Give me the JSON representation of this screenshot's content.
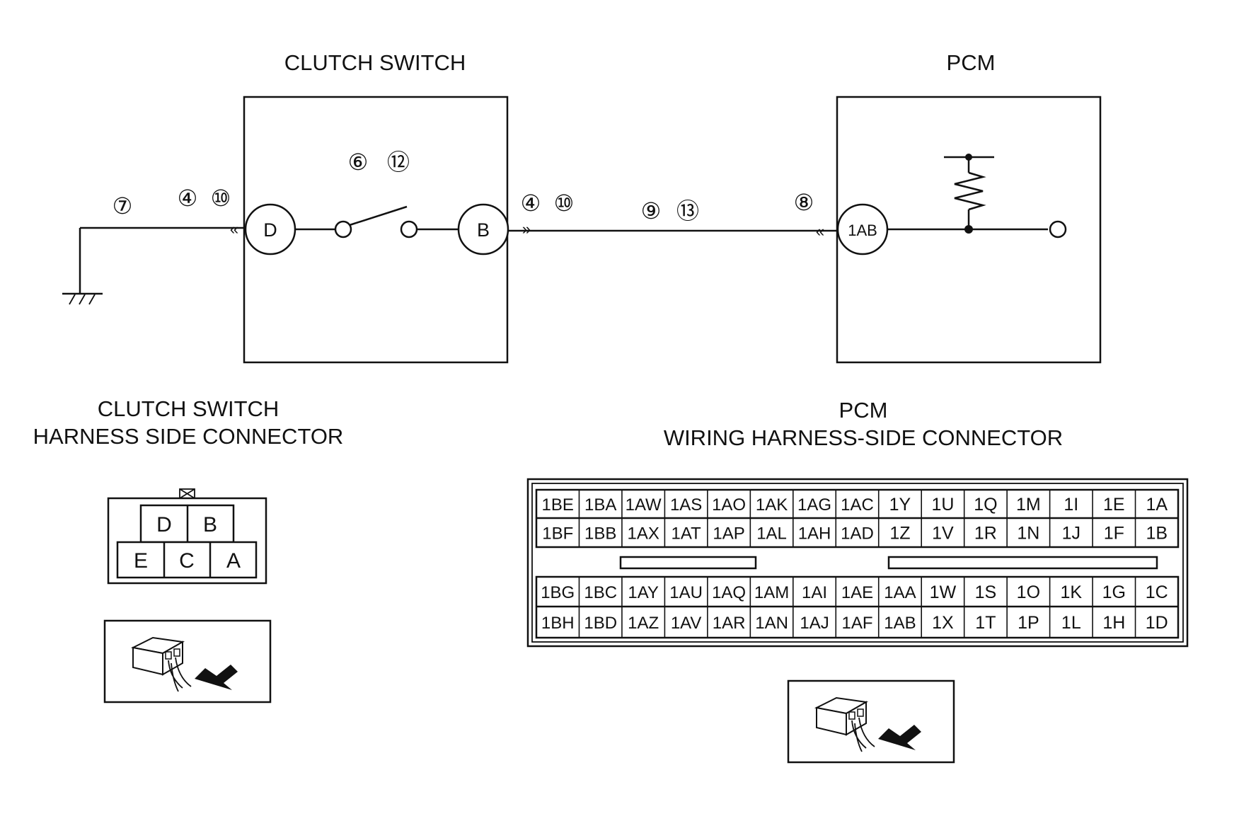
{
  "titles": {
    "clutch_switch": "CLUTCH SWITCH",
    "pcm": "PCM",
    "cs_connector_line1": "CLUTCH SWITCH",
    "cs_connector_line2": "HARNESS SIDE CONNECTOR",
    "pcm_connector_line1": "PCM",
    "pcm_connector_line2": "WIRING HARNESS-SIDE CONNECTOR"
  },
  "terminals": {
    "clutch_d": "D",
    "clutch_b": "B",
    "pcm_1ab": "1AB"
  },
  "step_markers": {
    "ground_wire": [
      "⑦"
    ],
    "terminal_d": [
      "④",
      "⑩"
    ],
    "switch": [
      "⑥",
      "⑫"
    ],
    "terminal_b": [
      "④",
      "⑩"
    ],
    "wire": [
      "⑨",
      "⑬"
    ],
    "pcm_terminal": [
      "⑧"
    ]
  },
  "clutch_connector": {
    "top_row": [
      "D",
      "B"
    ],
    "bottom_row": [
      "E",
      "C",
      "A"
    ]
  },
  "pcm_connector": {
    "upper_block": [
      [
        "1BE",
        "1BA",
        "1AW",
        "1AS",
        "1AO",
        "1AK",
        "1AG",
        "1AC",
        "1Y",
        "1U",
        "1Q",
        "1M",
        "1I",
        "1E",
        "1A"
      ],
      [
        "1BF",
        "1BB",
        "1AX",
        "1AT",
        "1AP",
        "1AL",
        "1AH",
        "1AD",
        "1Z",
        "1V",
        "1R",
        "1N",
        "1J",
        "1F",
        "1B"
      ]
    ],
    "lower_block": [
      [
        "1BG",
        "1BC",
        "1AY",
        "1AU",
        "1AQ",
        "1AM",
        "1AI",
        "1AE",
        "1AA",
        "1W",
        "1S",
        "1O",
        "1K",
        "1G",
        "1C"
      ],
      [
        "1BH",
        "1BD",
        "1AZ",
        "1AV",
        "1AR",
        "1AN",
        "1AJ",
        "1AF",
        "1AB",
        "1X",
        "1T",
        "1P",
        "1L",
        "1H",
        "1D"
      ]
    ]
  },
  "icons": {
    "ground": "ground-symbol-icon",
    "resistor": "resistor-icon",
    "harness_view": "harness-side-connector-view-icon",
    "connector_lock": "connector-lock-icon"
  }
}
